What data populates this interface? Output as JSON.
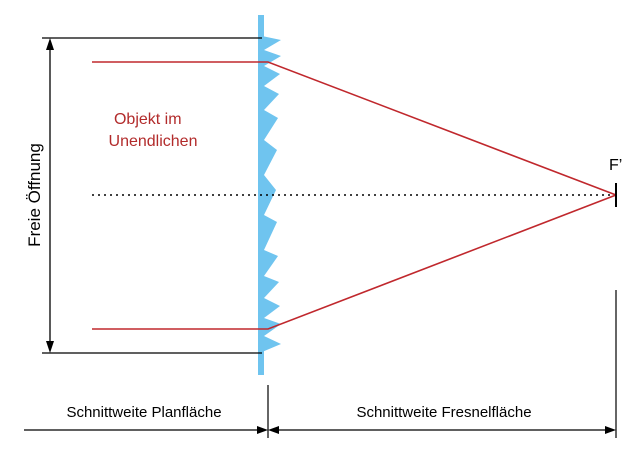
{
  "labels": {
    "object": [
      "Objekt im",
      "Unendlichen"
    ],
    "aperture": "Freie Öffnung",
    "focal_point": "F’",
    "back_focal_plano": "Schnittweite Planfläche",
    "back_focal_fresnel": "Schnittweite Fresnelfläche"
  },
  "colors": {
    "lens_fill": "#6fc4ef",
    "ray": "#c0282d",
    "object_text": "#b22b2b",
    "line": "#000000"
  }
}
